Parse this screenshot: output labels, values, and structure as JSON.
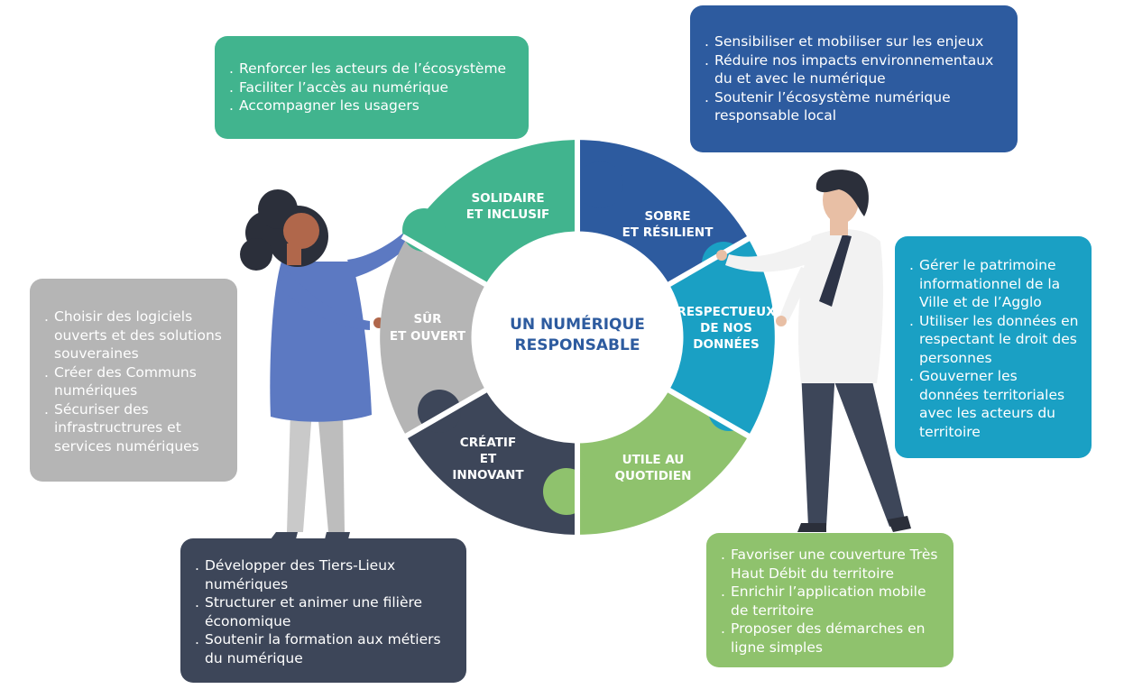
{
  "center": {
    "line1": "UN NUMÉRIQUE",
    "line2": "RESPONSABLE"
  },
  "colors": {
    "solidaire": "#41b48e",
    "sobre": "#2d5b9f",
    "respect": "#1aa0c4",
    "utile": "#8fc26d",
    "creatif": "#3d4659",
    "sur": "#b5b5b5",
    "center_text": "#2d5b9f"
  },
  "segments": {
    "solidaire": {
      "l1": "SOLIDAIRE",
      "l2": "ET INCLUSIF"
    },
    "sobre": {
      "l1": "SOBRE",
      "l2": "ET RÉSILIENT"
    },
    "respect": {
      "l1": "RESPECTUEUX",
      "l2": "DE NOS",
      "l3": "DONNÉES"
    },
    "utile": {
      "l1": "UTILE AU",
      "l2": "QUOTIDIEN"
    },
    "creatif": {
      "l1": "CRÉATIF",
      "l2": "ET",
      "l3": "INNOVANT"
    },
    "sur": {
      "l1": "SÛR",
      "l2": "ET OUVERT"
    }
  },
  "boxes": {
    "solidaire": [
      "Renforcer les acteurs de l’écosystème",
      "Faciliter l’accès au numérique",
      "Accompagner les usagers"
    ],
    "sobre": [
      "Sensibiliser et mobiliser sur les enjeux",
      "Réduire nos impacts environnementaux du et avec le numérique",
      "Soutenir l’écosystème numérique responsable local"
    ],
    "respect": [
      "Gérer le patrimoine informationnel de la Ville et de l’Agglo",
      "Utiliser les données en respectant le droit des personnes",
      "Gouverner les données territoriales avec les acteurs du territoire"
    ],
    "utile": [
      "Favoriser une couverture Très Haut Débit du territoire",
      "Enrichir l’application mobile de territoire",
      "Proposer des démarches en ligne simples"
    ],
    "creatif": [
      "Développer des Tiers-Lieux numériques",
      "Structurer et animer une filière économique",
      "Soutenir la formation aux métiers du numérique"
    ],
    "sur": [
      "Choisir des logiciels ouverts et des solutions souveraines",
      "Créer des Communs numériques",
      "Sécuriser des infrastructrures et services numériques"
    ]
  }
}
